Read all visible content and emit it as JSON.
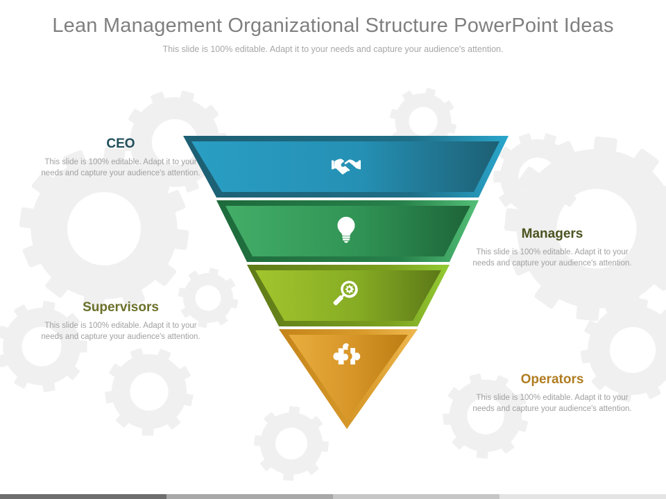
{
  "header": {
    "title": "Lean Management Organizational Structure PowerPoint Ideas",
    "subtitle": "This slide is 100% editable. Adapt it to your needs and capture your audience's attention.",
    "title_color": "#7f7f7f",
    "subtitle_color": "#a6a6a6"
  },
  "levels": [
    {
      "id": "ceo",
      "label": "CEO",
      "description": "This slide is 100% editable. Adapt it to your needs and capture your audience's attention.",
      "label_color": "#1f4e5a",
      "icon": "handshake-icon",
      "side": "left",
      "fill_light": "#2699bf",
      "fill_dark": "#1c6479",
      "border": "#1c5f72",
      "accent": "#2aa6cc"
    },
    {
      "id": "managers",
      "label": "Managers",
      "description": "This slide is 100% editable. Adapt it to your needs and capture your audience's attention.",
      "label_color": "#4b5320",
      "icon": "lightbulb-icon",
      "side": "right",
      "fill_light": "#3faa63",
      "fill_dark": "#1f6b3c",
      "border": "#20713f",
      "accent": "#4cb96e"
    },
    {
      "id": "supervisors",
      "label": "Supervisors",
      "description": "This slide is 100% editable. Adapt it to your needs and capture your audience's attention.",
      "label_color": "#6b7029",
      "icon": "magnifier-gear-icon",
      "side": "left",
      "fill_light": "#9ec22b",
      "fill_dark": "#5e7a18",
      "border": "#6f8c1e",
      "accent": "#8cc63f"
    },
    {
      "id": "operators",
      "label": "Operators",
      "description": "This slide is 100% editable. Adapt it to your needs and capture your audience's attention.",
      "label_color": "#b07d22",
      "icon": "puzzle-piece-icon",
      "side": "right",
      "fill_light": "#e5a93a",
      "fill_dark": "#c07f14",
      "border": "#c98c1c",
      "accent": "#edb44a"
    }
  ],
  "background": {
    "gear_color": "#f0f0f0",
    "page_color": "#ffffff"
  },
  "footer": {
    "segments": [
      "#6e6e6e",
      "#a8a8a8",
      "#c6c6c6",
      "#e4e4e4"
    ]
  }
}
